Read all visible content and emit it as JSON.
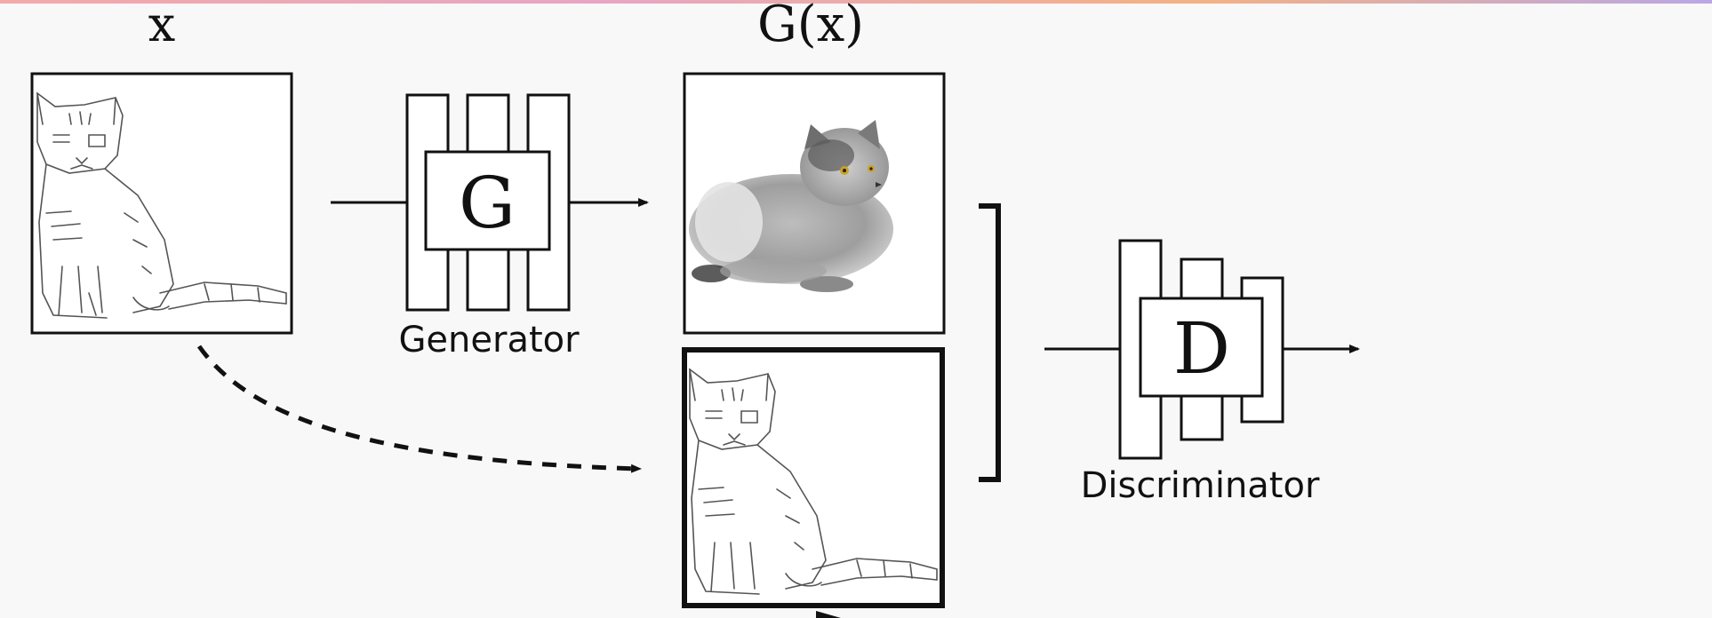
{
  "labels": {
    "input": "x",
    "output": "G(x)",
    "generator_letter": "G",
    "generator_caption": "Generator",
    "discriminator_letter": "D",
    "discriminator_caption": "Discriminator"
  },
  "colors": {
    "background": "#f8f8f9",
    "ink": "#111111",
    "panel": "#ffffff",
    "top_gradient": [
      "#f3a9a9",
      "#e6a6c4",
      "#f4b183",
      "#b9a7e6"
    ]
  }
}
